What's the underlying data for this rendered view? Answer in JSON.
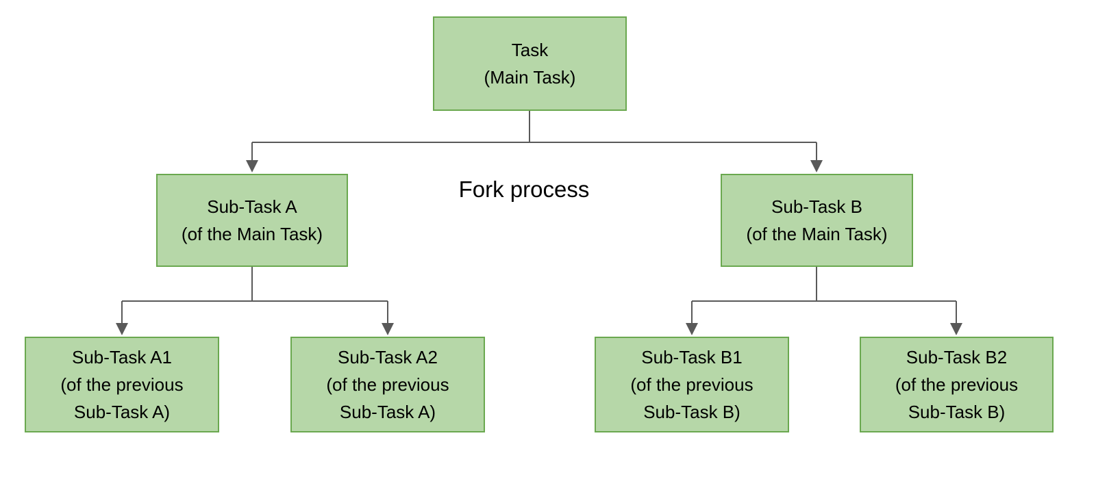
{
  "colors": {
    "background": "#ffffff",
    "node_fill": "#b6d7a8",
    "node_border": "#6aa84f",
    "connector_color": "#595959",
    "text_color": "#000000"
  },
  "diagram": {
    "fork_label": "Fork process",
    "nodes": {
      "main": {
        "lines": [
          "Task",
          "(Main Task)"
        ]
      },
      "sub_a": {
        "lines": [
          "Sub-Task A",
          "(of the Main Task)"
        ]
      },
      "sub_b": {
        "lines": [
          "Sub-Task B",
          "(of the Main Task)"
        ]
      },
      "sub_a1": {
        "lines": [
          "Sub-Task A1",
          "(of the previous",
          "Sub-Task A)"
        ]
      },
      "sub_a2": {
        "lines": [
          "Sub-Task A2",
          "(of the previous",
          "Sub-Task A)"
        ]
      },
      "sub_b1": {
        "lines": [
          "Sub-Task B1",
          "(of the previous",
          "Sub-Task B)"
        ]
      },
      "sub_b2": {
        "lines": [
          "Sub-Task B2",
          "(of the previous",
          "Sub-Task B)"
        ]
      }
    }
  }
}
